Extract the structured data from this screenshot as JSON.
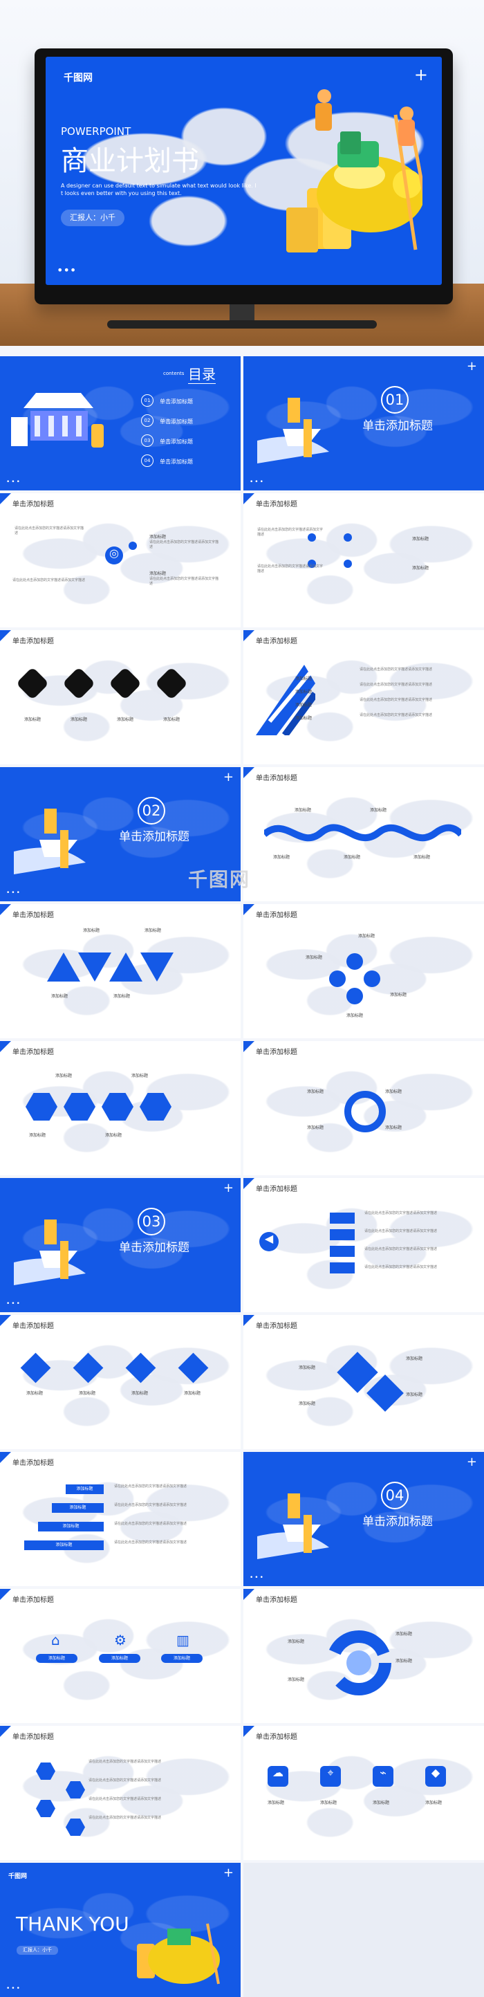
{
  "hero": {
    "logo": "千图网",
    "powerpoint": "POWERPOINT",
    "title": "商业计划书",
    "subtitle_line_1": "A designer can use default text to simulate what text would look like. I",
    "subtitle_line_2": "t looks even better with you using this text.",
    "reporter": "汇报人：小千",
    "plus": "+",
    "dots": "•••"
  },
  "common": {
    "add_title": "单击添加标题",
    "click_add_title": "单击添加标题",
    "add_label": "添加标题",
    "desc": "请在此处点击添加您的文字描述请添加文字描述",
    "desc2": "请在此处点击添加您的文字描述",
    "plus": "+",
    "dots": "•••"
  },
  "slides": {
    "toc": {
      "contents": "contents",
      "title": "目录",
      "items": [
        "单击添加标题",
        "单击添加标题",
        "单击添加标题",
        "单击添加标题"
      ],
      "numbers": [
        "01",
        "02",
        "03",
        "04"
      ]
    },
    "sections": [
      {
        "number": "01",
        "title": "单击添加标题"
      },
      {
        "number": "02",
        "title": "单击添加标题"
      },
      {
        "number": "03",
        "title": "单击添加标题"
      },
      {
        "number": "04",
        "title": "单击添加标题"
      }
    ],
    "thanks": {
      "logo": "千图网",
      "title": "THANK YOU",
      "reporter": "汇报人：小千"
    }
  },
  "watermark": "千图网"
}
